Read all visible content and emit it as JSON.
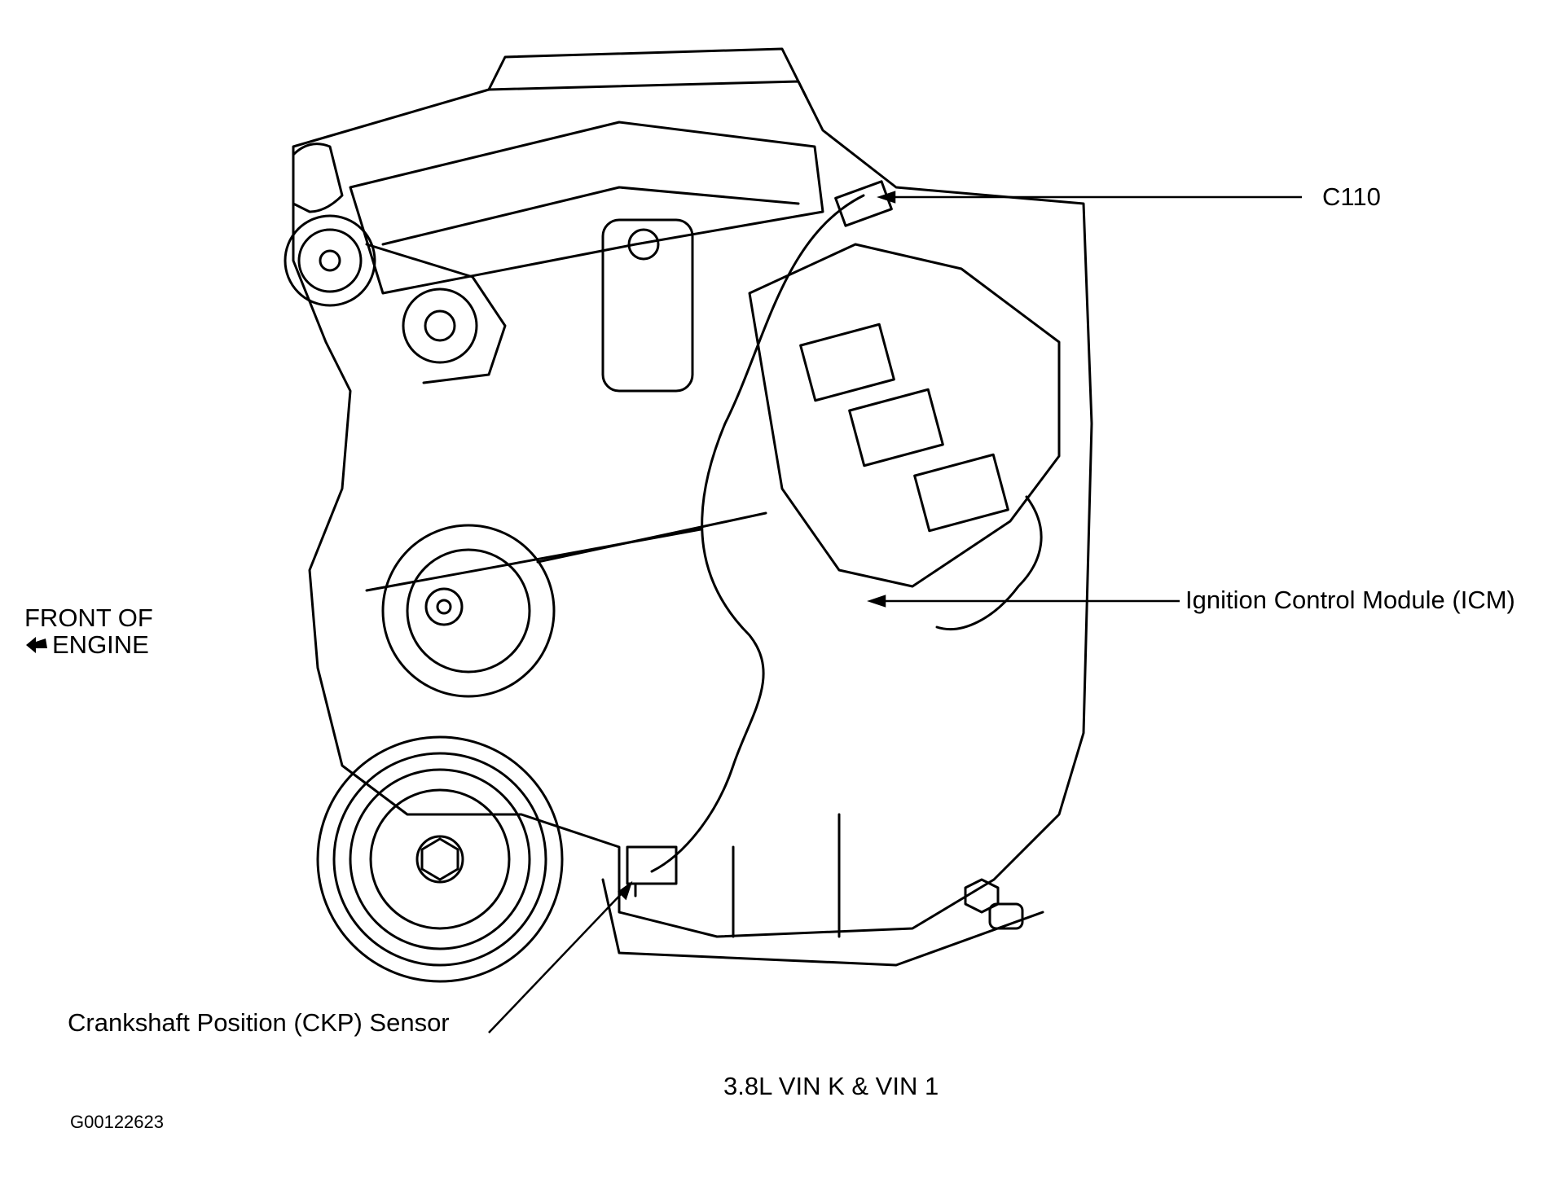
{
  "labels": {
    "c110": "C110",
    "icm": "Ignition Control Module (ICM)",
    "ckp": "Crankshaft Position (CKP) Sensor",
    "front_line1": "FRONT OF",
    "front_line2": "ENGINE",
    "engine_variant": "3.8L VIN K & VIN 1",
    "figure_id": "G00122623"
  },
  "icons": {
    "front_arrow": "arrow-left-icon"
  }
}
